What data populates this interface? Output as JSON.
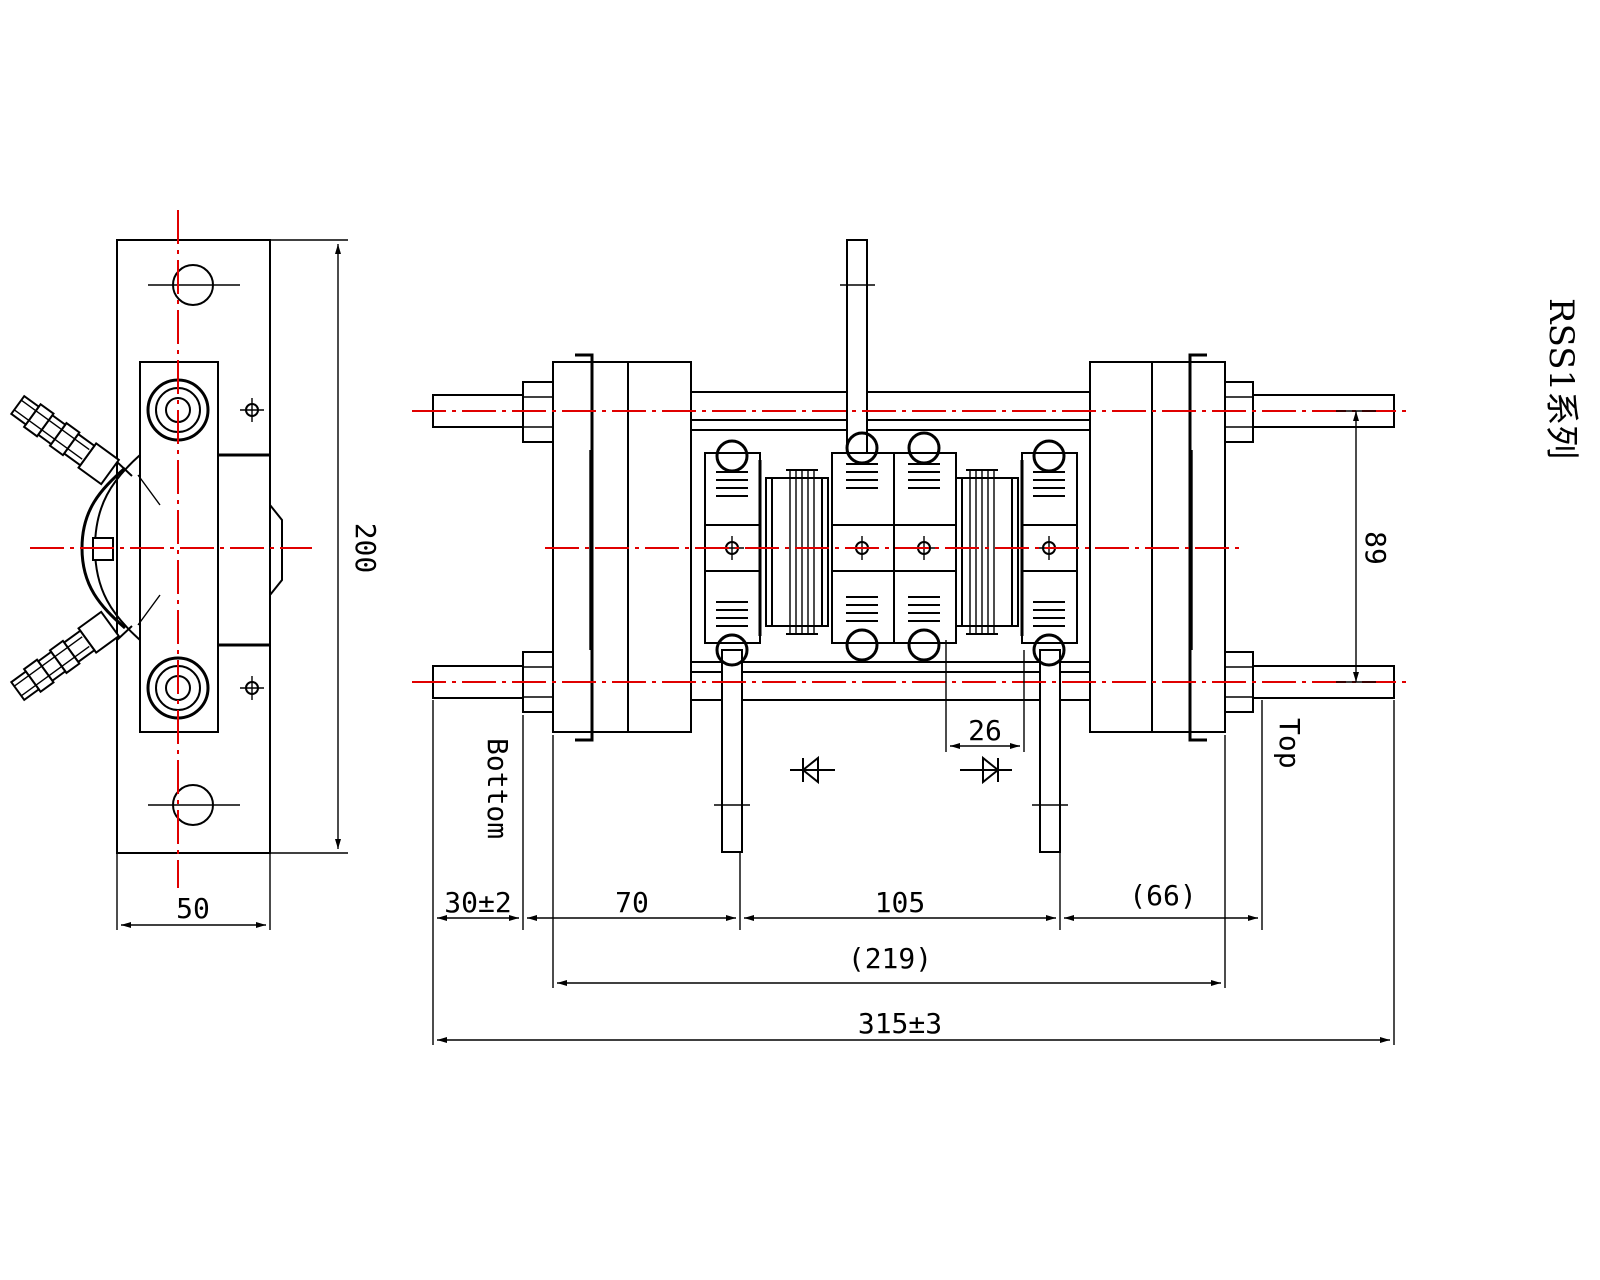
{
  "title": "RSS1系列",
  "labels": {
    "bottom": "Bottom",
    "top": "Top"
  },
  "dimensions": {
    "height_200": "200",
    "width_50": "50",
    "pitch_89": "89",
    "gap_26": "26",
    "d_30": "30±2",
    "d_70": "70",
    "d_105": "105",
    "d_66": "(66)",
    "d_219": "(219)",
    "d_315": "315±3"
  },
  "colors": {
    "lines": "#000000",
    "centerlines": "#e00000"
  }
}
